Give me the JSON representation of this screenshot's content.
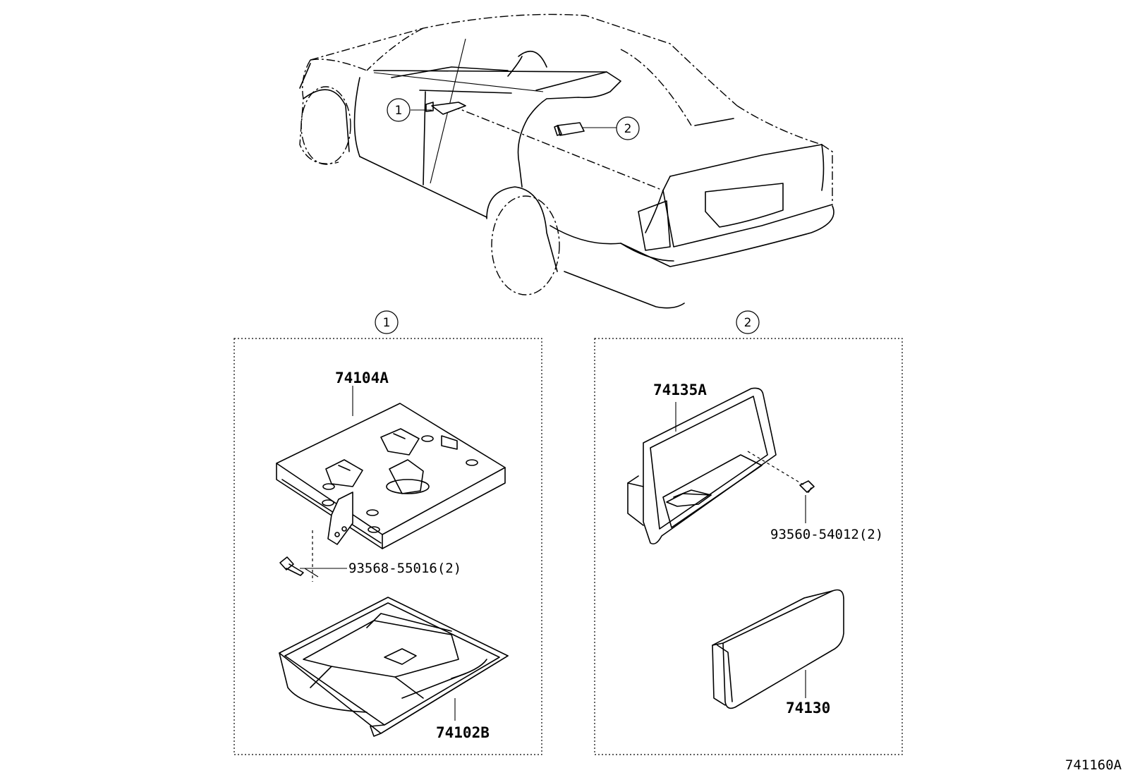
{
  "diagram": {
    "figure_code": "741160A",
    "callouts": [
      {
        "number": "1"
      },
      {
        "number": "2"
      }
    ],
    "groups": [
      {
        "callout": "1",
        "parts": [
          {
            "part_number": "74104A"
          },
          {
            "part_number": "93568-55016(2)"
          },
          {
            "part_number": "74102B"
          }
        ]
      },
      {
        "callout": "2",
        "parts": [
          {
            "part_number": "74135A"
          },
          {
            "part_number": "93560-54012(2)"
          },
          {
            "part_number": "74130"
          }
        ]
      }
    ]
  }
}
